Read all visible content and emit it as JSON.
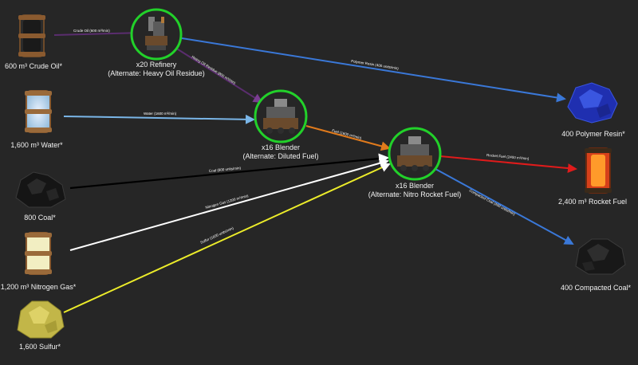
{
  "colors": {
    "background": "#262626",
    "machine_ring": "#22d12a",
    "crude_oil": "#5a2d6e",
    "heavy_oil_residue": "#5a2d6e",
    "polymer_resin": "#3a78d8",
    "water": "#7ab6e8",
    "fuel": "#e07a1c",
    "coal": "#000000",
    "nitrogen_gas": "#ffffff",
    "sulfur": "#ecec2a",
    "rocket_fuel": "#e01b1b",
    "compacted_coal": "#3a78d8"
  },
  "nodes": {
    "crude_oil": {
      "label": "600 m³ Crude Oil*",
      "icon": "fluid-canister-icon"
    },
    "water": {
      "label": "1,600 m³ Water*",
      "icon": "fluid-canister-icon"
    },
    "coal": {
      "label": "800 Coal*",
      "icon": "coal-icon"
    },
    "nitrogen_gas": {
      "label": "1,200 m³ Nitrogen Gas*",
      "icon": "gas-canister-icon"
    },
    "sulfur": {
      "label": "1,600 Sulfur*",
      "icon": "sulfur-icon"
    },
    "refinery": {
      "count": "x20 Refinery",
      "recipe": "(Alternate: Heavy Oil Residue)",
      "icon": "refinery-icon"
    },
    "blender1": {
      "count": "x16 Blender",
      "recipe": "(Alternate: Diluted Fuel)",
      "icon": "blender-icon"
    },
    "blender2": {
      "count": "x16 Blender",
      "recipe": "(Alternate: Nitro Rocket Fuel)",
      "icon": "blender-icon"
    },
    "polymer_resin": {
      "label": "400 Polymer Resin*",
      "icon": "polymer-resin-icon"
    },
    "rocket_fuel": {
      "label": "2,400 m³ Rocket Fuel",
      "icon": "rocket-fuel-canister-icon"
    },
    "compacted_coal": {
      "label": "400 Compacted Coal*",
      "icon": "compacted-coal-icon"
    }
  },
  "edges": {
    "crude_oil": "Crude Oil (600 m³/min)",
    "heavy_oil_residue": "Heavy Oil Residue (800 m³/min)",
    "polymer_resin": "Polymer Resin (400 units/min)",
    "water": "Water (1600 m³/min)",
    "fuel": "Fuel (1600 m³/min)",
    "coal": "Coal (800 units/min)",
    "nitrogen_gas": "Nitrogen Gas (1200 m³/min)",
    "sulfur": "Sulfur (1600 units/min)",
    "rocket_fuel": "Rocket Fuel (2400 m³/min)",
    "compacted_coal": "Compacted Coal (400 units/min)"
  }
}
